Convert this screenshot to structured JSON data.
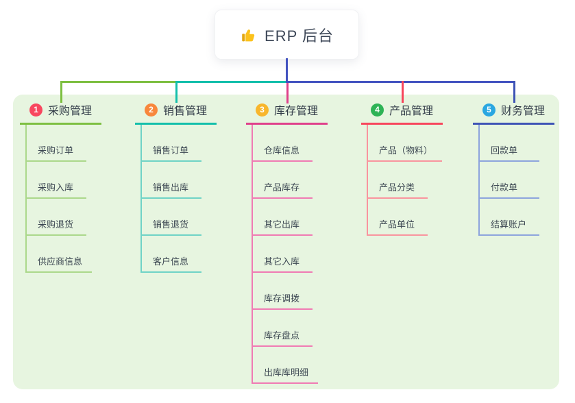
{
  "root": {
    "label": "ERP 后台",
    "icon": "thumbs-up-icon",
    "line_color": "#4353c0"
  },
  "panel_color": "#e7f5e0",
  "branches": [
    {
      "badge": "1",
      "label": "采购管理",
      "badge_color": "#f8475f",
      "line_color": "#7dbf41",
      "child_line_color": "#abd88b",
      "children": [
        "采购订单",
        "采购入库",
        "采购退货",
        "供应商信息"
      ]
    },
    {
      "badge": "2",
      "label": "销售管理",
      "badge_color": "#f8873c",
      "line_color": "#13bfab",
      "child_line_color": "#6fd3c6",
      "children": [
        "销售订单",
        "销售出库",
        "销售退货",
        "客户信息"
      ]
    },
    {
      "badge": "3",
      "label": "库存管理",
      "badge_color": "#f8b62c",
      "line_color": "#df3f8b",
      "child_line_color": "#f07ab3",
      "children": [
        "仓库信息",
        "产品库存",
        "其它出库",
        "其它入库",
        "库存调拨",
        "库存盘点",
        "出库库明细"
      ]
    },
    {
      "badge": "4",
      "label": "产品管理",
      "badge_color": "#2eb356",
      "line_color": "#f7465c",
      "child_line_color": "#f9949e",
      "children": [
        "产品（物料）",
        "产品分类",
        "产品单位"
      ]
    },
    {
      "badge": "5",
      "label": "财务管理",
      "badge_color": "#2aa7e1",
      "line_color": "#3e53b5",
      "child_line_color": "#8da4dd",
      "children": [
        "回款单",
        "付款单",
        "结算账户"
      ]
    }
  ]
}
